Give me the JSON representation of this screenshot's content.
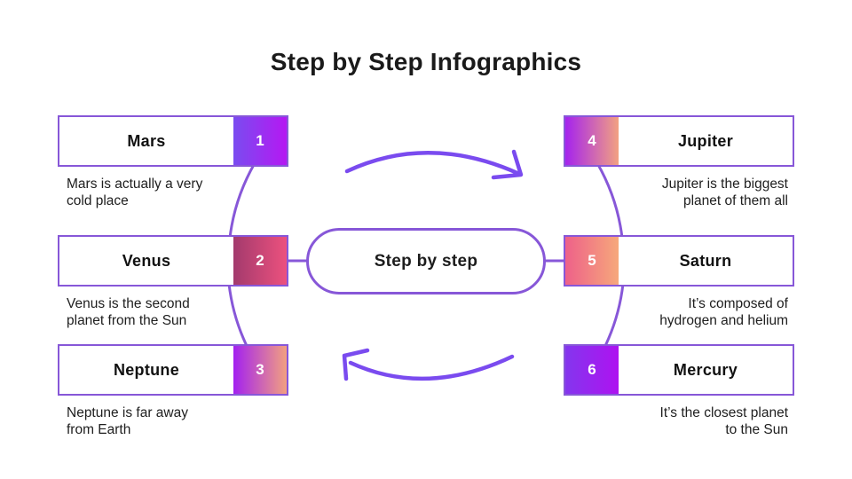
{
  "title": "Step by Step Infographics",
  "center": {
    "label": "Step by step"
  },
  "colors": {
    "outline": "#8757d8",
    "arrow": "#7a4bef",
    "text_dark": "#1a1a1a"
  },
  "steps": [
    {
      "number": "1",
      "name": "Mars",
      "description": "Mars is actually a very\ncold place",
      "side": "left",
      "gradient_start": "#7a4cf0",
      "gradient_end": "#b518f2"
    },
    {
      "number": "2",
      "name": "Venus",
      "description": "Venus is the second\nplanet from the Sun",
      "side": "left",
      "gradient_start": "#a33a6d",
      "gradient_end": "#ec517e"
    },
    {
      "number": "3",
      "name": "Neptune",
      "description": "Neptune is far away\nfrom Earth",
      "side": "left",
      "gradient_start": "#a321f0",
      "gradient_end": "#f2a080"
    },
    {
      "number": "4",
      "name": "Jupiter",
      "description": "Jupiter is the biggest\nplanet of them all",
      "side": "right",
      "gradient_start": "#a523ee",
      "gradient_end": "#f2a181"
    },
    {
      "number": "5",
      "name": "Saturn",
      "description": "It’s composed of\nhydrogen and helium",
      "side": "right",
      "gradient_start": "#ee6189",
      "gradient_end": "#f6a87b"
    },
    {
      "number": "6",
      "name": "Mercury",
      "description": "It’s the closest planet\nto the Sun",
      "side": "right",
      "gradient_start": "#8436ee",
      "gradient_end": "#ae12f0"
    }
  ]
}
